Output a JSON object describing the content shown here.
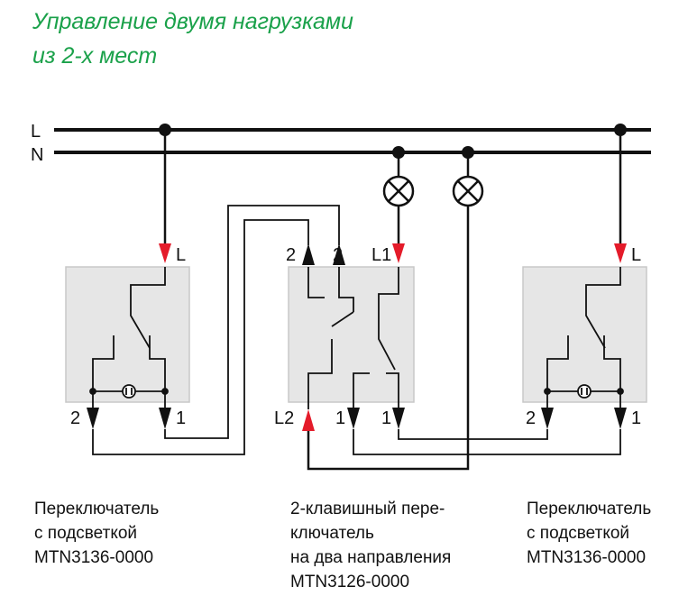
{
  "title": {
    "line1": "Управление двумя нагрузками",
    "line2": "из 2-х мест"
  },
  "colors": {
    "title": "#1aa14a",
    "arrow_in": "#e41b2a",
    "wire": "#111111",
    "box": "#e6e6e6"
  },
  "lines": {
    "L": "L",
    "N": "N"
  },
  "left_switch": {
    "top_terminal": "L",
    "bottom_left": "2",
    "bottom_right": "1"
  },
  "middle_switch": {
    "top_1": "2",
    "top_2": "2",
    "top_3": "L1",
    "bottom_1": "L2",
    "bottom_2": "1",
    "bottom_3": "1"
  },
  "right_switch": {
    "top_terminal": "L",
    "bottom_left": "2",
    "bottom_right": "1"
  },
  "captions": {
    "left": [
      "Переключатель",
      "с подсветкой",
      "MTN3136-0000"
    ],
    "middle": [
      "2-клавишный пере-",
      "ключатель",
      "на два направления",
      "MTN3126-0000"
    ],
    "right": [
      "Переключатель",
      "с подсветкой",
      "MTN3136-0000"
    ]
  }
}
